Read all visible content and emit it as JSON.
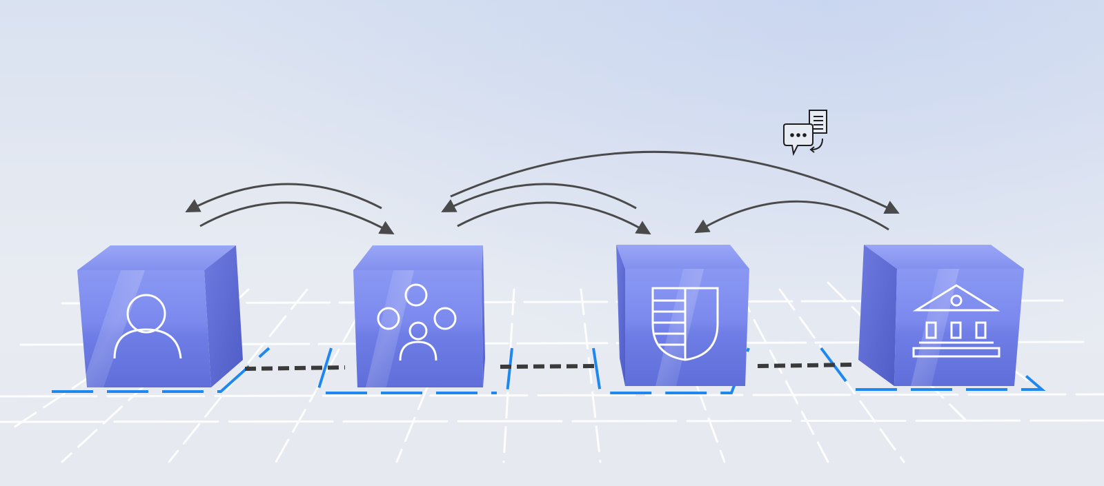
{
  "diagram": {
    "nodes": [
      {
        "id": "user",
        "icon": "person-icon"
      },
      {
        "id": "community",
        "icon": "group-icon"
      },
      {
        "id": "shield",
        "icon": "shield-icon"
      },
      {
        "id": "institution",
        "icon": "bank-building-icon"
      }
    ],
    "badge_icon": "chat-document-exchange-icon",
    "colors": {
      "cube_front": "#6f7ee6",
      "cube_top": "#8593f0",
      "cube_side": "#5d6bd6",
      "arrow": "#4a4a4a",
      "grid_line": "#ffffff",
      "grid_accent": "#1e88f0",
      "connector": "#3a3a3a"
    },
    "edges": [
      {
        "from": "community",
        "to": "user"
      },
      {
        "from": "user",
        "to": "community"
      },
      {
        "from": "shield",
        "to": "community"
      },
      {
        "from": "community",
        "to": "shield"
      },
      {
        "from": "community",
        "to": "institution"
      },
      {
        "from": "institution",
        "to": "shield"
      }
    ]
  }
}
